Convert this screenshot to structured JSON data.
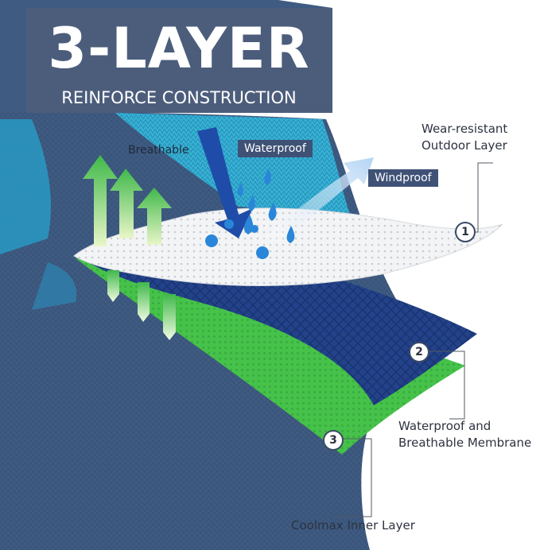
{
  "banner": {
    "title": "3-LAYER",
    "subtitle": "REINFORCE CONSTRUCTION"
  },
  "features": {
    "breathable": "Breathable",
    "waterproof": "Waterproof",
    "windproof": "Windproof"
  },
  "layers": [
    {
      "number": "1",
      "line1": "Wear-resistant",
      "line2": "Outdoor Layer"
    },
    {
      "number": "2",
      "line1": "Waterproof and",
      "line2": "Breathable Membrane"
    },
    {
      "number": "3",
      "line1": "Coolmax Inner Layer",
      "line2": ""
    }
  ],
  "colors": {
    "banner_bg": "#4c5d7c",
    "sock_body": "#3f5b82",
    "sock_accent": "#38b2d6",
    "outer_layer": "#f3f4f6",
    "membrane": "#23428a",
    "inner_layer": "#46c24a",
    "breathable_arrow": "#3fb84a",
    "waterproof_arrow": "#1f4ca8",
    "windproof_arrow": "#bcd8f6",
    "droplet": "#2a86d8"
  }
}
